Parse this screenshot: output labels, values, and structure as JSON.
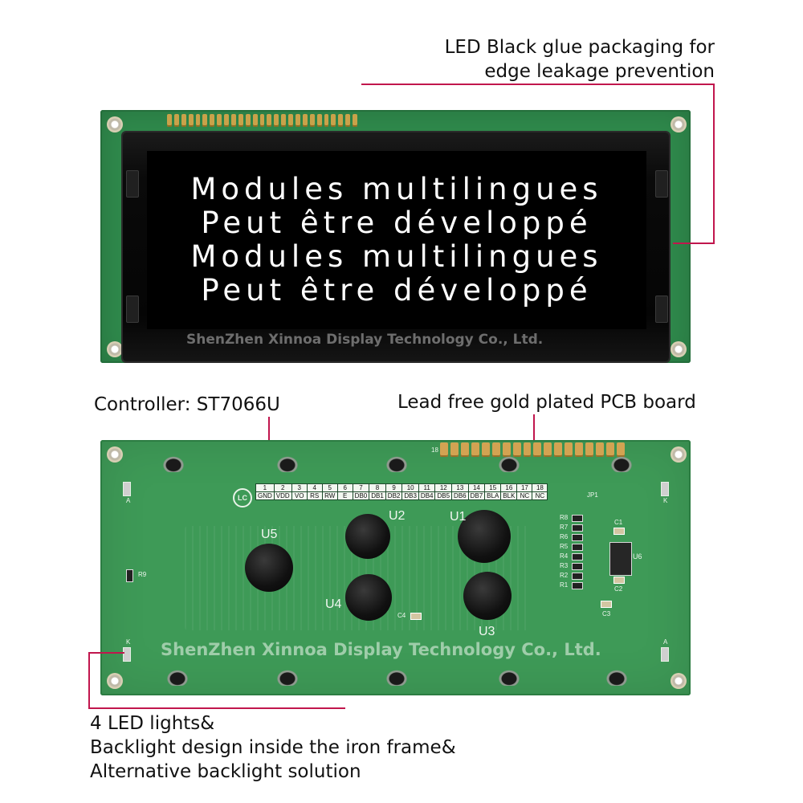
{
  "captions": {
    "top_right": [
      "LED Black glue packaging for",
      "edge leakage prevention"
    ],
    "controller": "Controller: ST7066U",
    "pcb": "Lead free gold plated PCB board",
    "bottom": [
      "4 LED lights&",
      "Backlight design inside the iron frame&",
      "Alternative backlight solution"
    ]
  },
  "display": {
    "lines": [
      "Modules multilingues",
      "Peut être développé",
      "Modules multilingues",
      "Peut être développé"
    ]
  },
  "watermark": "ShenZhen Xinnoa Display Technology Co., Ltd.",
  "board": {
    "logo": "LC",
    "pin_numbers": [
      "1",
      "2",
      "3",
      "4",
      "5",
      "6",
      "7",
      "8",
      "9",
      "10",
      "11",
      "12",
      "13",
      "14",
      "15",
      "16",
      "17",
      "18"
    ],
    "pin_names": [
      "GND",
      "VDD",
      "VO",
      "RS",
      "RW",
      "E",
      "DB0",
      "DB1",
      "DB2",
      "DB3",
      "DB4",
      "DB5",
      "DB6",
      "DB7",
      "BLA",
      "BLK",
      "NC",
      "NC"
    ],
    "chips": [
      "U1",
      "U2",
      "U3",
      "U4",
      "U5",
      "U6"
    ],
    "pin_edge_label": "18",
    "jumper": "JP1",
    "resistors": [
      "R8",
      "R7",
      "R6",
      "R5",
      "R4",
      "R3",
      "R2",
      "R1",
      "R9"
    ],
    "capacitors": [
      "C1",
      "C2",
      "C3",
      "C4"
    ],
    "anode": "A",
    "cathode": "K"
  },
  "colors": {
    "leader_line": "#c1164d",
    "pcb_green": "#3e9a57",
    "lcd_background": "#000000",
    "lcd_text": "#ffffff",
    "gold": "#d2a352"
  }
}
